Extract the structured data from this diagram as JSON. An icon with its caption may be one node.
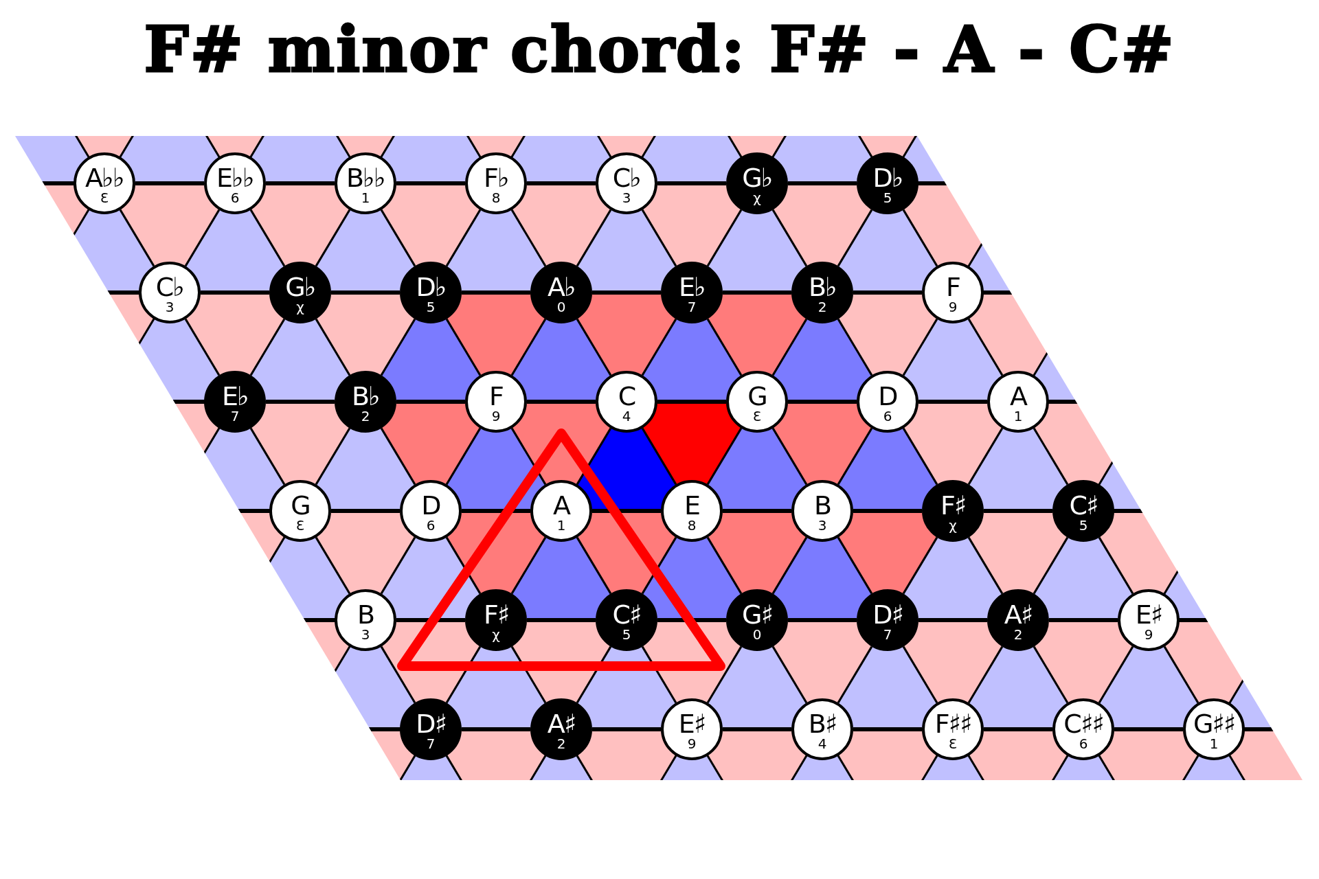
{
  "diagram": {
    "title": "F# minor chord: F# - A - C#",
    "nodes": [
      {
        "text": [
          "A♭♭",
          "Ɛ"
        ]
      },
      {
        "text": [
          "E♭♭",
          "6"
        ]
      },
      {
        "text": [
          "B♭♭",
          "1"
        ]
      },
      {
        "text": [
          "F♭",
          "8"
        ]
      },
      {
        "text": [
          "C♭",
          "3"
        ]
      },
      {
        "text": [
          "G♭",
          "χ"
        ]
      },
      {
        "text": [
          "D♭",
          "5"
        ]
      },
      {
        "text": [
          "C♭",
          "3"
        ]
      },
      {
        "text": [
          "G♭",
          "χ"
        ]
      },
      {
        "text": [
          "D♭",
          "5"
        ]
      },
      {
        "text": [
          "A♭",
          "0"
        ]
      },
      {
        "text": [
          "E♭",
          "7"
        ]
      },
      {
        "text": [
          "B♭",
          "2"
        ]
      },
      {
        "text": [
          "F",
          "9"
        ]
      },
      {
        "text": [
          "E♭",
          "7"
        ]
      },
      {
        "text": [
          "B♭",
          "2"
        ]
      },
      {
        "text": [
          "F",
          "9"
        ]
      },
      {
        "text": [
          "C",
          "4"
        ]
      },
      {
        "text": [
          "G",
          "Ɛ"
        ]
      },
      {
        "text": [
          "D",
          "6"
        ]
      },
      {
        "text": [
          "A",
          "1"
        ]
      },
      {
        "text": [
          "G",
          "Ɛ"
        ]
      },
      {
        "text": [
          "D",
          "6"
        ]
      },
      {
        "text": [
          "A",
          "1"
        ]
      },
      {
        "text": [
          "E",
          "8"
        ]
      },
      {
        "text": [
          "B",
          "3"
        ]
      },
      {
        "text": [
          "F♯",
          "χ"
        ]
      },
      {
        "text": [
          "C♯",
          "5"
        ]
      },
      {
        "text": [
          "B",
          "3"
        ]
      },
      {
        "text": [
          "F♯",
          "χ"
        ]
      },
      {
        "text": [
          "C♯",
          "5"
        ]
      },
      {
        "text": [
          "G♯",
          "0"
        ]
      },
      {
        "text": [
          "D♯",
          "7"
        ]
      },
      {
        "text": [
          "A♯",
          "2"
        ]
      },
      {
        "text": [
          "E♯",
          "9"
        ]
      },
      {
        "text": [
          "D♯",
          "7"
        ]
      },
      {
        "text": [
          "A♯",
          "2"
        ]
      },
      {
        "text": [
          "E♯",
          "9"
        ]
      },
      {
        "text": [
          "B♯",
          "4"
        ]
      },
      {
        "text": [
          "F♯♯",
          "Ɛ"
        ]
      },
      {
        "text": [
          "C♯♯",
          "6"
        ]
      },
      {
        "text": [
          "G♯♯",
          "1"
        ]
      }
    ],
    "edges": [
      {
        "from": 0,
        "to": 1,
        "arrow": "none",
        "style": "thick"
      },
      {
        "from": 1,
        "to": 2,
        "arrow": "none",
        "style": "thick"
      },
      {
        "from": 2,
        "to": 3,
        "arrow": "none",
        "style": "thick"
      },
      {
        "from": 3,
        "to": 4,
        "arrow": "none",
        "style": "thick"
      },
      {
        "from": 4,
        "to": 5,
        "arrow": "none",
        "style": "thick"
      },
      {
        "from": 5,
        "to": 6,
        "arrow": "none",
        "style": "thick"
      },
      {
        "from": 7,
        "to": 8,
        "arrow": "none",
        "style": "thick"
      },
      {
        "from": 8,
        "to": 9,
        "arrow": "none",
        "style": "thick"
      },
      {
        "from": 9,
        "to": 10,
        "arrow": "none",
        "style": "thick"
      },
      {
        "from": 10,
        "to": 11,
        "arrow": "none",
        "style": "thick"
      },
      {
        "from": 11,
        "to": 12,
        "arrow": "none",
        "style": "thick"
      },
      {
        "from": 12,
        "to": 13,
        "arrow": "none",
        "style": "thick"
      },
      {
        "from": 14,
        "to": 15,
        "arrow": "none",
        "style": "thick"
      },
      {
        "from": 15,
        "to": 16,
        "arrow": "none",
        "style": "thick"
      },
      {
        "from": 16,
        "to": 17,
        "arrow": "none",
        "style": "thick"
      },
      {
        "from": 17,
        "to": 18,
        "arrow": "none",
        "style": "thick"
      },
      {
        "from": 18,
        "to": 19,
        "arrow": "none",
        "style": "thick"
      },
      {
        "from": 19,
        "to": 20,
        "arrow": "none",
        "style": "thick"
      },
      {
        "from": 21,
        "to": 22,
        "arrow": "none",
        "style": "thick"
      },
      {
        "from": 22,
        "to": 23,
        "arrow": "none",
        "style": "thick"
      },
      {
        "from": 23,
        "to": 24,
        "arrow": "none",
        "style": "thick"
      },
      {
        "from": 24,
        "to": 25,
        "arrow": "none",
        "style": "thick"
      },
      {
        "from": 25,
        "to": 26,
        "arrow": "none",
        "style": "thick"
      },
      {
        "from": 26,
        "to": 27,
        "arrow": "none",
        "style": "thick"
      },
      {
        "from": 28,
        "to": 29,
        "arrow": "none",
        "style": "thick"
      },
      {
        "from": 29,
        "to": 30,
        "arrow": "none",
        "style": "thick"
      },
      {
        "from": 30,
        "to": 31,
        "arrow": "none",
        "style": "thick"
      },
      {
        "from": 31,
        "to": 32,
        "arrow": "none",
        "style": "thick"
      },
      {
        "from": 32,
        "to": 33,
        "arrow": "none",
        "style": "thick"
      },
      {
        "from": 33,
        "to": 34,
        "arrow": "none",
        "style": "thick"
      },
      {
        "from": 35,
        "to": 36,
        "arrow": "none",
        "style": "thick"
      },
      {
        "from": 36,
        "to": 37,
        "arrow": "none",
        "style": "thick"
      },
      {
        "from": 37,
        "to": 38,
        "arrow": "none",
        "style": "thick"
      },
      {
        "from": 38,
        "to": 39,
        "arrow": "none",
        "style": "thick"
      },
      {
        "from": 39,
        "to": 40,
        "arrow": "none",
        "style": "thick"
      },
      {
        "from": 40,
        "to": 41,
        "arrow": "none",
        "style": "thick"
      },
      {
        "from": 0,
        "to": 7,
        "arrow": "none"
      },
      {
        "from": 1,
        "to": 8,
        "arrow": "none"
      },
      {
        "from": 2,
        "to": 9,
        "arrow": "none"
      },
      {
        "from": 3,
        "to": 10,
        "arrow": "none"
      },
      {
        "from": 4,
        "to": 11,
        "arrow": "none"
      },
      {
        "from": 5,
        "to": 12,
        "arrow": "none"
      },
      {
        "from": 6,
        "to": 13,
        "arrow": "none"
      },
      {
        "from": 1,
        "to": 7,
        "arrow": "none"
      },
      {
        "from": 2,
        "to": 8,
        "arrow": "none"
      },
      {
        "from": 3,
        "to": 9,
        "arrow": "none"
      },
      {
        "from": 4,
        "to": 10,
        "arrow": "none"
      },
      {
        "from": 5,
        "to": 11,
        "arrow": "none"
      },
      {
        "from": 6,
        "to": 12,
        "arrow": "none"
      },
      {
        "from": 7,
        "to": 14,
        "arrow": "none"
      },
      {
        "from": 8,
        "to": 15,
        "arrow": "none"
      },
      {
        "from": 9,
        "to": 16,
        "arrow": "none"
      },
      {
        "from": 10,
        "to": 17,
        "arrow": "none"
      },
      {
        "from": 11,
        "to": 18,
        "arrow": "none"
      },
      {
        "from": 12,
        "to": 19,
        "arrow": "none"
      },
      {
        "from": 13,
        "to": 20,
        "arrow": "none"
      },
      {
        "from": 8,
        "to": 14,
        "arrow": "none"
      },
      {
        "from": 9,
        "to": 15,
        "arrow": "none"
      },
      {
        "from": 10,
        "to": 16,
        "arrow": "none"
      },
      {
        "from": 11,
        "to": 17,
        "arrow": "none"
      },
      {
        "from": 12,
        "to": 18,
        "arrow": "none"
      },
      {
        "from": 13,
        "to": 19,
        "arrow": "none"
      },
      {
        "from": 14,
        "to": 21,
        "arrow": "none"
      },
      {
        "from": 15,
        "to": 22,
        "arrow": "none"
      },
      {
        "from": 16,
        "to": 23,
        "arrow": "none"
      },
      {
        "from": 17,
        "to": 24,
        "arrow": "none"
      },
      {
        "from": 18,
        "to": 25,
        "arrow": "none"
      },
      {
        "from": 19,
        "to": 26,
        "arrow": "none"
      },
      {
        "from": 20,
        "to": 27,
        "arrow": "none"
      },
      {
        "from": 15,
        "to": 21,
        "arrow": "none"
      },
      {
        "from": 16,
        "to": 22,
        "arrow": "none"
      },
      {
        "from": 17,
        "to": 23,
        "arrow": "none"
      },
      {
        "from": 18,
        "to": 24,
        "arrow": "none"
      },
      {
        "from": 19,
        "to": 25,
        "arrow": "none"
      },
      {
        "from": 20,
        "to": 26,
        "arrow": "none"
      },
      {
        "from": 21,
        "to": 28,
        "arrow": "none"
      },
      {
        "from": 22,
        "to": 29,
        "arrow": "none"
      },
      {
        "from": 23,
        "to": 30,
        "arrow": "none"
      },
      {
        "from": 24,
        "to": 31,
        "arrow": "none"
      },
      {
        "from": 25,
        "to": 32,
        "arrow": "none"
      },
      {
        "from": 26,
        "to": 33,
        "arrow": "none"
      },
      {
        "from": 27,
        "to": 34,
        "arrow": "none"
      },
      {
        "from": 22,
        "to": 28,
        "arrow": "none"
      },
      {
        "from": 23,
        "to": 29,
        "arrow": "none"
      },
      {
        "from": 24,
        "to": 30,
        "arrow": "none"
      },
      {
        "from": 25,
        "to": 31,
        "arrow": "none"
      },
      {
        "from": 26,
        "to": 32,
        "arrow": "none"
      },
      {
        "from": 27,
        "to": 33,
        "arrow": "none"
      },
      {
        "from": 28,
        "to": 35,
        "arrow": "none"
      },
      {
        "from": 29,
        "to": 36,
        "arrow": "none"
      },
      {
        "from": 30,
        "to": 37,
        "arrow": "none"
      },
      {
        "from": 31,
        "to": 38,
        "arrow": "none"
      },
      {
        "from": 32,
        "to": 39,
        "arrow": "none"
      },
      {
        "from": 33,
        "to": 40,
        "arrow": "none"
      },
      {
        "from": 34,
        "to": 41,
        "arrow": "none"
      },
      {
        "from": 29,
        "to": 35,
        "arrow": "none"
      },
      {
        "from": 30,
        "to": 36,
        "arrow": "none"
      },
      {
        "from": 31,
        "to": 37,
        "arrow": "none"
      },
      {
        "from": 32,
        "to": 38,
        "arrow": "none"
      },
      {
        "from": 33,
        "to": 39,
        "arrow": "none"
      },
      {
        "from": 34,
        "to": 40,
        "arrow": "none"
      }
    ]
  }
}
